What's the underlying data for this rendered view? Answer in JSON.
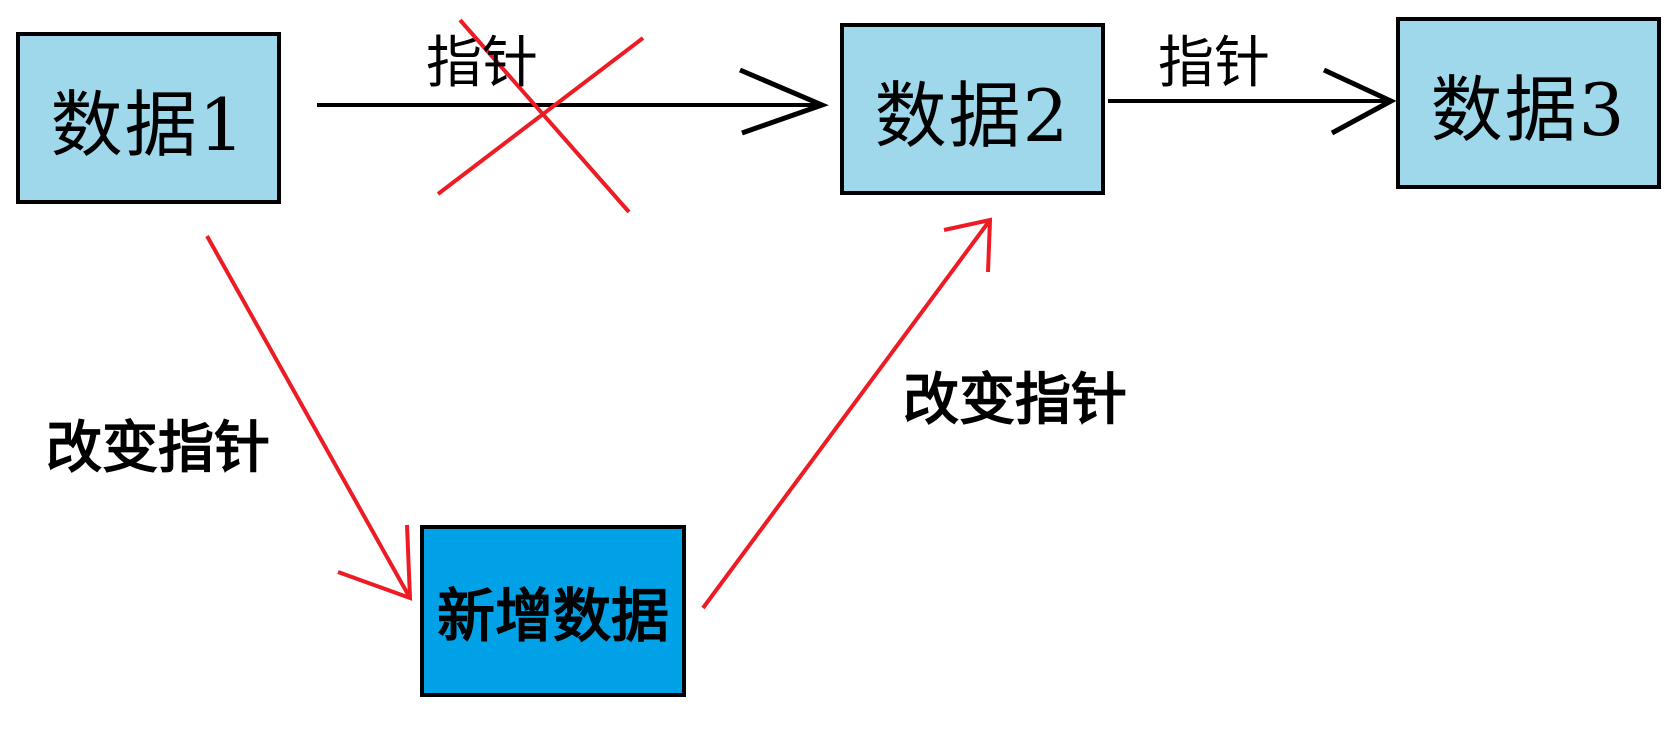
{
  "colors": {
    "node_fill": "#9fd8ea",
    "new_node_fill": "#00a1e6",
    "border": "#000000",
    "arrow_default": "#000000",
    "arrow_changed": "#ed1c24"
  },
  "nodes": {
    "data1": "数据1",
    "data2": "数据2",
    "data3": "数据3",
    "new_data": "新增数据"
  },
  "edges": {
    "data1_to_data2": {
      "label": "指针",
      "removed": true
    },
    "data2_to_data3": {
      "label": "指针"
    },
    "data1_to_new": {
      "label": "改变指针"
    },
    "new_to_data2": {
      "label": "改变指针"
    }
  }
}
